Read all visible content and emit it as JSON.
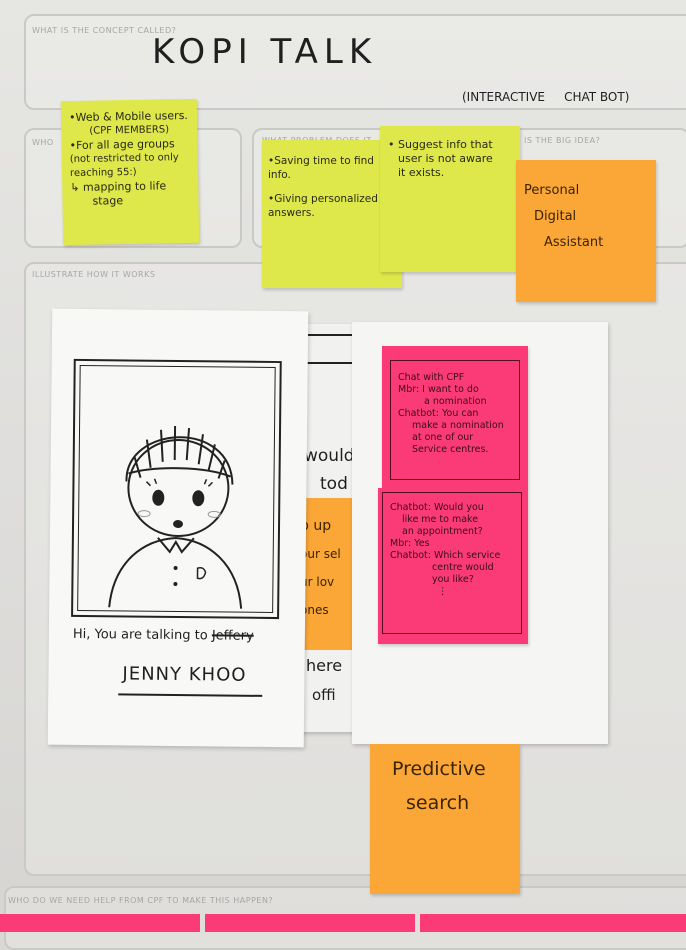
{
  "labels": {
    "concept": "WHAT IS THE CONCEPT CALLED?",
    "who": "WHO",
    "problem": "WHAT PROBLEM DOES IT",
    "big_idea": "IS THE BIG IDEA?",
    "illustrate": "ILLUSTRATE HOW IT WORKS",
    "help": "WHO DO WE NEED HELP FROM CPF TO MAKE THIS HAPPEN?"
  },
  "concept": {
    "title": "KOPI TALK",
    "subtitle": "(INTERACTIVE     CHAT BOT)"
  },
  "notes": {
    "who": [
      "•Web & Mobile users.",
      "(CPF MEMBERS)",
      "•For all age groups",
      "(not restricted to only",
      "reaching 55:)",
      "↳ mapping to life",
      "stage"
    ],
    "problem": [
      "•Saving time to find",
      "info.",
      "",
      "•Giving personalized",
      "answers."
    ],
    "suggest": [
      "• Suggest info that",
      "user is not aware",
      "it exists."
    ],
    "big_idea": [
      "Personal",
      "Digital",
      "Assistant"
    ],
    "predictive": [
      "Predictive",
      "search"
    ]
  },
  "drawing": {
    "caption": "Hi, You are talking to",
    "struck": "Jeffery",
    "name": "JENNY KHOO"
  },
  "middle_fragments": [
    "would",
    "tod",
    "p up",
    "our sel",
    "ur lov",
    "ones",
    "here",
    "offi"
  ],
  "chat1": [
    "Chat with CPF",
    "Mbr: I want to do",
    "a nomination",
    "Chatbot: You can",
    "make a nomination",
    "at one of our",
    "Service centres."
  ],
  "chat2": [
    "Chatbot: Would you",
    "like me to make",
    "an appointment?",
    "Mbr: Yes",
    "Chatbot: Which service",
    "centre would",
    "you like?",
    "⋮"
  ],
  "colors": {
    "yellow": "#dfe84a",
    "orange": "#fba737",
    "pink": "#fb3b78"
  }
}
